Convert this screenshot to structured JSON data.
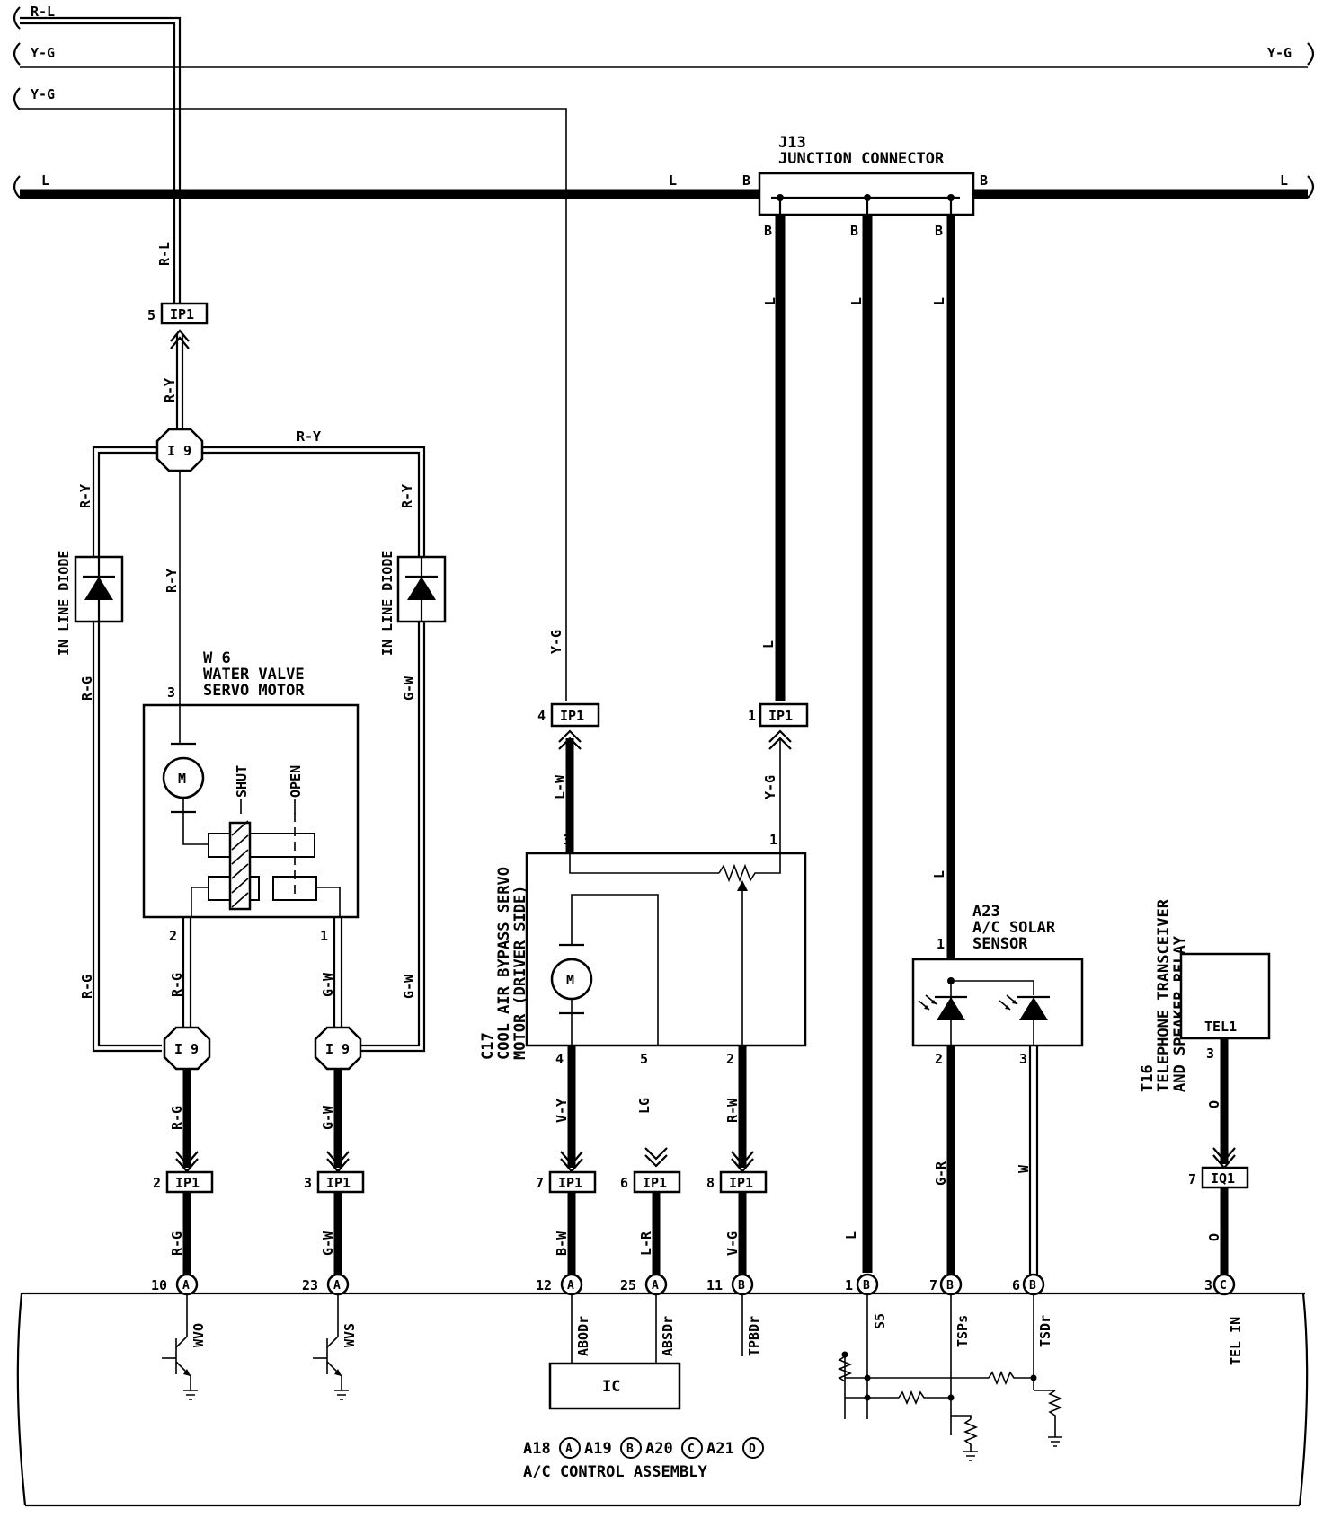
{
  "colors": {
    "ink": "#000000",
    "paper": "#ffffff"
  },
  "wires": {
    "r_l": "R-L",
    "y_g": "Y-G",
    "l": "L",
    "b": "B",
    "r_y": "R-Y",
    "r_g": "R-G",
    "g_w": "G-W",
    "l_w": "L-W",
    "v_y": "V-Y",
    "lg": "LG",
    "r_w": "R-W",
    "b_w": "B-W",
    "l_r": "L-R",
    "v_g": "V-G",
    "g_r": "G-R",
    "w": "W",
    "o": "O"
  },
  "components": {
    "j13": {
      "id": "J13",
      "name": "JUNCTION CONNECTOR"
    },
    "w6": {
      "id": "W 6",
      "line1": "WATER VALVE",
      "line2": "SERVO MOTOR",
      "shut": "SHUT",
      "open": "OPEN",
      "motor": "M"
    },
    "c17": {
      "id": "C17",
      "line1": "COOL AIR BYPASS SERVO",
      "line2": "MOTOR (DRIVER SIDE)",
      "motor": "M"
    },
    "a23": {
      "id": "A23",
      "line1": "A/C SOLAR",
      "line2": "SENSOR"
    },
    "t16": {
      "id": "T16",
      "line1": "TELEPHONE TRANSCEIVER",
      "line2": "AND SPEAKER RELAY",
      "conn": "TEL1"
    },
    "diode": "IN LINE DIODE",
    "ic": "IC",
    "assembly": {
      "connectors": [
        "A18",
        "A19",
        "A20",
        "A21"
      ],
      "letters": [
        "A",
        "B",
        "C",
        "D"
      ],
      "name": "A/C CONTROL ASSEMBLY"
    }
  },
  "connectors": {
    "ip1": "IP1",
    "iq1": "IQ1",
    "i9": "I 9"
  },
  "pins": {
    "p1": "1",
    "p2": "2",
    "p3": "3",
    "p4": "4",
    "p5": "5",
    "p6": "6",
    "p7": "7",
    "p8": "8",
    "p10": "10",
    "p11": "11",
    "p12": "12",
    "p23": "23",
    "p25": "25"
  },
  "letters": {
    "a": "A",
    "b": "B",
    "c": "C"
  },
  "terminals": {
    "wvo": "WVO",
    "wvs": "WVS",
    "abodr": "ABODr",
    "absdr": "ABSDr",
    "tpbdr": "TPBDr",
    "s5": "S5",
    "tsps": "TSPs",
    "tsdr": "TSDr",
    "telin": "TEL IN"
  }
}
